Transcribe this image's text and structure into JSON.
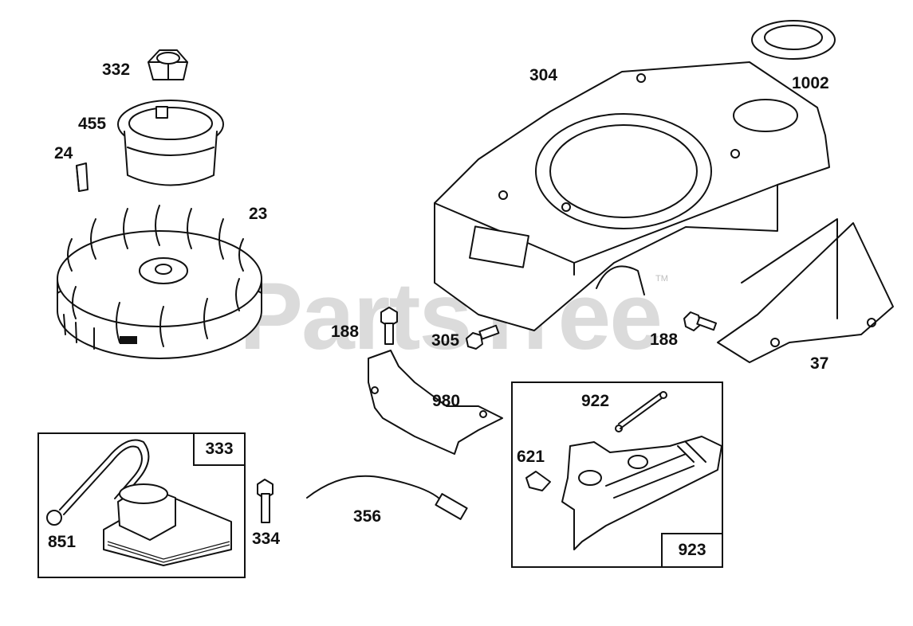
{
  "watermark": {
    "text": "PartsTree",
    "trademark": "TM"
  },
  "labels": {
    "p332": "332",
    "p455": "455",
    "p24": "24",
    "p23": "23",
    "p304": "304",
    "p1002": "1002",
    "p188a": "188",
    "p305": "305",
    "p188b": "188",
    "p37": "37",
    "p980": "980",
    "p922": "922",
    "p621": "621",
    "p851": "851",
    "p334": "334",
    "p356": "356"
  },
  "boxes": {
    "b333": "333",
    "b923": "923"
  }
}
